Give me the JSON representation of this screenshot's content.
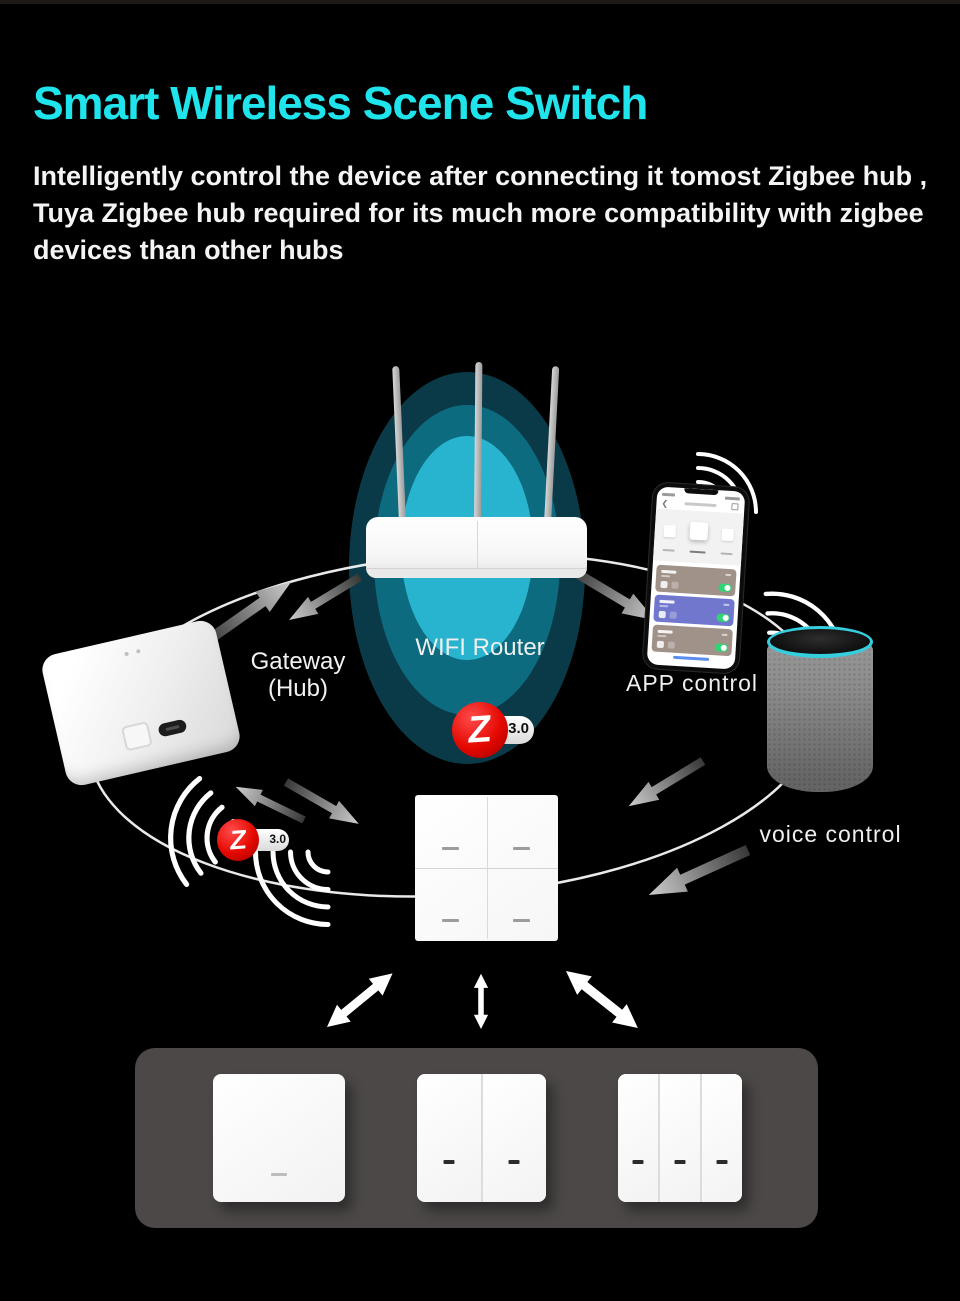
{
  "header": {
    "title": "Smart Wireless Scene Switch",
    "description": "Intelligently control the device after connecting it tomost Zigbee hub , Tuya Zigbee hub required for its much more compatibility with zigbee devices than other hubs"
  },
  "diagram": {
    "labels": {
      "router": "WIFI Router",
      "gateway_line1": "Gateway",
      "gateway_line2": "(Hub)",
      "app": "APP control",
      "voice": "voice control"
    },
    "zigbee": {
      "letter": "Z",
      "version": "3.0"
    },
    "colors": {
      "title_cyan": "#1fe4ec",
      "ring_outer": "#0a3a47",
      "ring_mid": "#0d6b80",
      "ring_inner": "#28b3ce",
      "zigbee_red": "#e40800",
      "toggle_green": "#2ed573",
      "card_blue": "#7277ce",
      "card_tan": "#a09189",
      "speaker_ring": "#35cede",
      "panel_gray": "#4b4847"
    }
  }
}
